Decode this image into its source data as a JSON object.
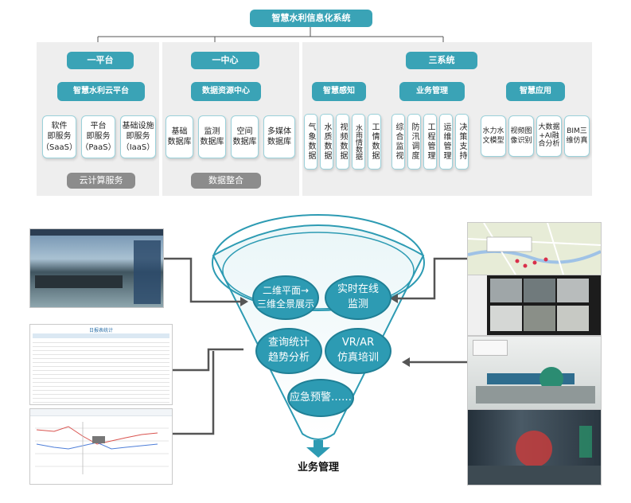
{
  "top": {
    "root_title": "智慧水利信息化系统",
    "platform": {
      "title": "一平台",
      "sub": "智慧水利云平台",
      "items": [
        "软件\n即服务\n（SaaS）",
        "平台\n即服务\n（PaaS）",
        "基础设施\n即服务\n（IaaS）"
      ],
      "footer": "云计算服务"
    },
    "center": {
      "title": "一中心",
      "sub": "数据资源中心",
      "items": [
        "基础\n数据库",
        "监测\n数据库",
        "空间\n数据库",
        "多媒体\n数据库"
      ],
      "footer": "数据整合"
    },
    "systems": {
      "title": "三系统",
      "groups": [
        {
          "label": "智慧感知",
          "items": [
            "气象数据",
            "水质数据",
            "视频数据",
            "水雨情数据",
            "工情数据"
          ]
        },
        {
          "label": "业务管理",
          "items": [
            "综合监视",
            "防汛调度",
            "工程管理",
            "运维管理",
            "决策支持"
          ]
        },
        {
          "label": "智慧应用",
          "items": [
            "水力水\n文模型",
            "视频图\n像识别",
            "大数据\n+AI融\n合分析",
            "BIM三\n维仿真"
          ]
        }
      ]
    }
  },
  "bottom": {
    "funnel_items": [
      "二维平面→\n三维全景展示",
      "实时在线\n监测",
      "查询统计\n趋势分析",
      "VR/AR\n仿真培训",
      "应急预警……"
    ],
    "output": "业务管理",
    "table_title": "日报表统计"
  },
  "colors": {
    "teal": "#3aa3b6",
    "oval": "#2d9bb3",
    "panel": "#eeeeee",
    "footer_gray": "#8c8c8c"
  }
}
